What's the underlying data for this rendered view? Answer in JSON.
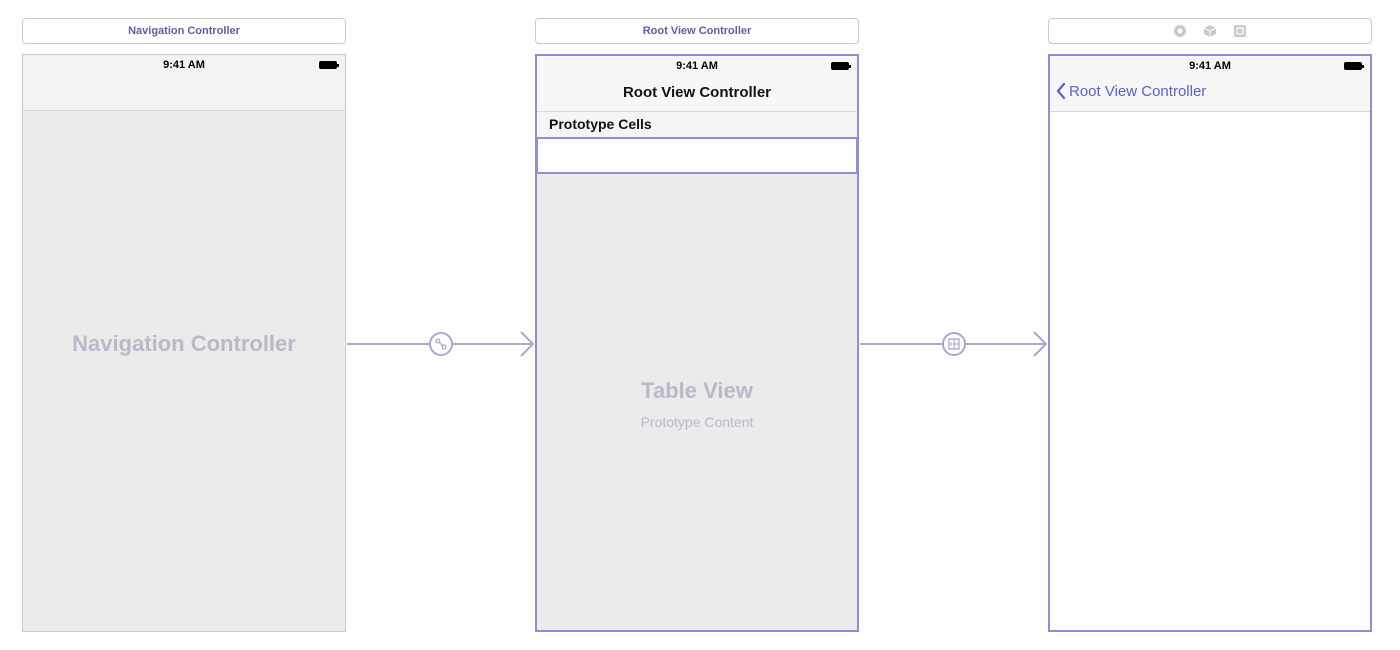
{
  "scenes": {
    "navigation_controller": {
      "header_label": "Navigation Controller",
      "status_time": "9:41 AM",
      "placeholder_label": "Navigation Controller"
    },
    "root_view_controller": {
      "header_label": "Root View Controller",
      "status_time": "9:41 AM",
      "nav_title": "Root View Controller",
      "section_header": "Prototype Cells",
      "table_label": "Table View",
      "table_sublabel": "Prototype Content"
    },
    "detail_view_controller": {
      "status_time": "9:41 AM",
      "back_button_label": "Root View Controller",
      "dock_icons": [
        "first-responder-icon",
        "view-controller-cube-icon",
        "exit-icon"
      ]
    }
  },
  "segues": [
    {
      "from": "navigation_controller",
      "to": "root_view_controller",
      "icon": "relationship-segue-icon"
    },
    {
      "from": "root_view_controller",
      "to": "detail_view_controller",
      "icon": "show-segue-icon"
    }
  ],
  "colors": {
    "accent": "#5b5fcf",
    "selection_border": "#8c8fd6",
    "segue": "#a7a9cf",
    "placeholder_text": "#b9bac9",
    "canvas_gray": "#ebebeb"
  }
}
